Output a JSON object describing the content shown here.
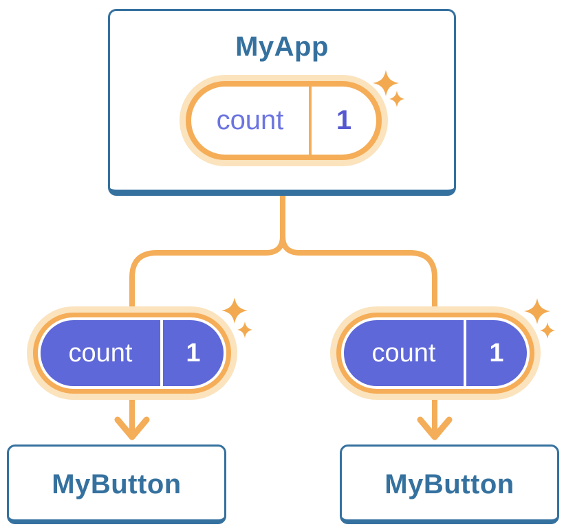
{
  "diagram": {
    "description": "React component tree: MyApp state passed as props to two MyButton children",
    "root": {
      "title": "MyApp",
      "state": {
        "label": "count",
        "value": "1"
      }
    },
    "children": [
      {
        "title": "MyButton",
        "prop": {
          "label": "count",
          "value": "1"
        }
      },
      {
        "title": "MyButton",
        "prop": {
          "label": "count",
          "value": "1"
        }
      }
    ],
    "colors": {
      "card_border_blue": "#35719F",
      "title_text_blue": "#35719F",
      "accent_orange": "#F4AD58",
      "halo_orange": "#FBE3BD",
      "sparkle_orange": "#F3A94F",
      "state_pill_purple": "#5E68D8",
      "label_text_purple": "#6B74E0",
      "value_text_purple": "#5558D0",
      "background": "#FFFFFF"
    }
  }
}
